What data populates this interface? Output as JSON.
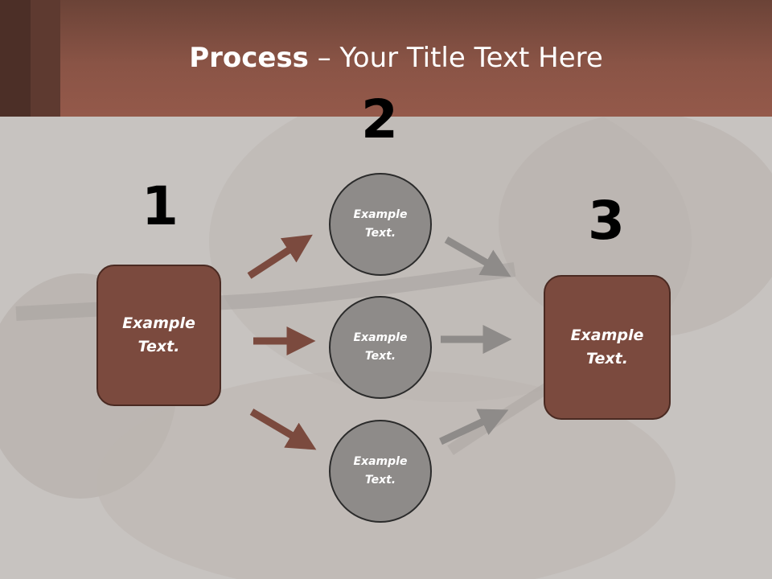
{
  "header": {
    "title_bold": "Process",
    "title_rest": " – Your Title Text Here"
  },
  "steps": {
    "step1": {
      "number": "1",
      "text_line1": "Example",
      "text_line2": "Text."
    },
    "step2": {
      "number": "2",
      "circles": [
        {
          "line1": "Example",
          "line2": "Text."
        },
        {
          "line1": "Example",
          "line2": "Text."
        },
        {
          "line1": "Example",
          "line2": "Text."
        }
      ]
    },
    "step3": {
      "number": "3",
      "text_line1": "Example",
      "text_line2": "Text."
    }
  },
  "colors": {
    "box_fill": "#7b4a3e",
    "circle_fill": "#8e8b89",
    "arrow_brown": "#7b4a3e",
    "arrow_gray": "#8e8b89",
    "header": "#8a5446"
  }
}
